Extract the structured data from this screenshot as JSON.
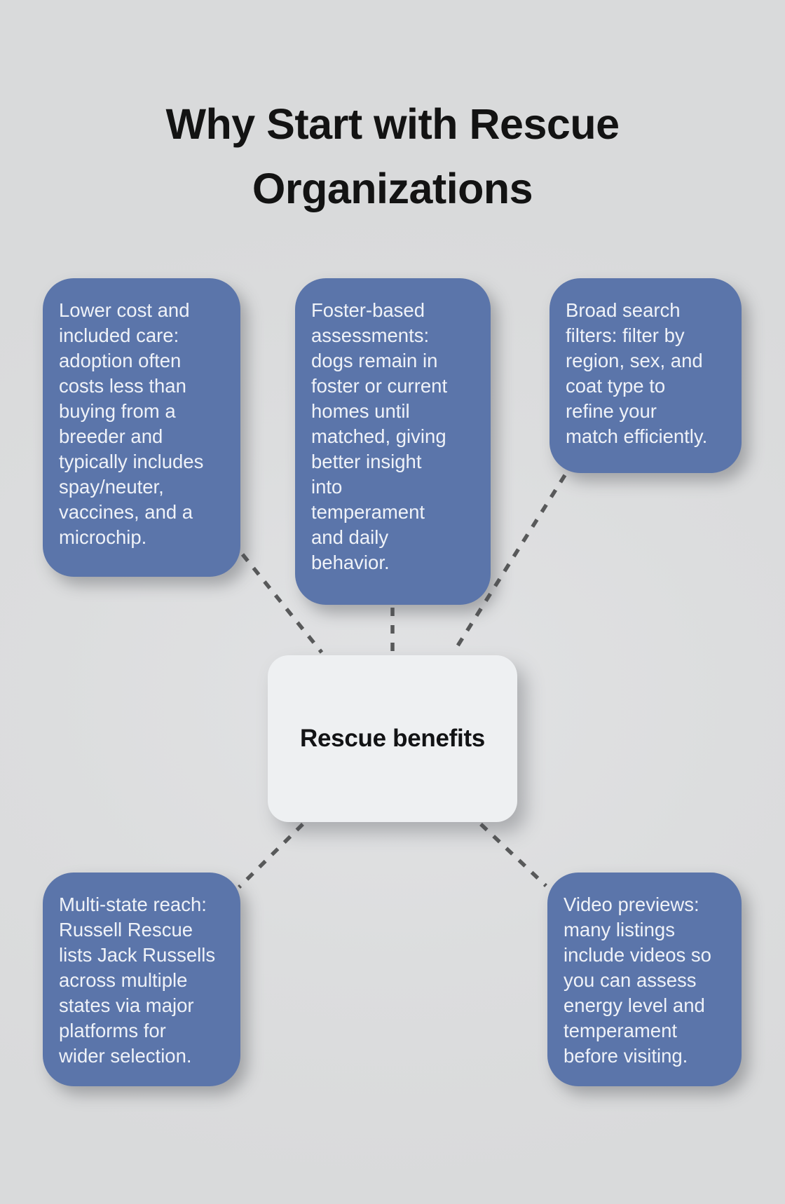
{
  "title": "Why Start with Rescue\nOrganizations",
  "center_node": {
    "label": "Rescue benefits"
  },
  "benefit_nodes": [
    {
      "id": "lower-cost-included-care",
      "text": "Lower cost and\nincluded care:\nadoption often\ncosts less than\nbuying from a\nbreeder and\ntypically includes\nspay/neuter,\nvaccines, and a\nmicrochip."
    },
    {
      "id": "foster-based-assessments",
      "text": "Foster-based\nassessments:\ndogs remain in\nfoster or current\nhomes until\nmatched, giving\nbetter insight\ninto\ntemperament\nand daily\nbehavior."
    },
    {
      "id": "broad-search-filters",
      "text": "Broad search\nfilters: filter by\nregion, sex, and\ncoat type to\nrefine your\nmatch efficiently."
    },
    {
      "id": "multi-state-reach",
      "text": "Multi-state reach:\nRussell Rescue\nlists Jack Russells\nacross multiple\nstates via major\nplatforms for\nwider selection."
    },
    {
      "id": "video-previews",
      "text": "Video previews:\nmany listings\ninclude videos so\nyou can assess\nenergy level and\ntemperament\nbefore visiting."
    }
  ],
  "colors": {
    "background": "#dcddde",
    "node_fill": "#5b75aa",
    "node_text": "#eff2f8",
    "center_fill": "#eef0f2",
    "center_text": "#121315",
    "connector": "#58595a",
    "title_text": "#131313"
  }
}
